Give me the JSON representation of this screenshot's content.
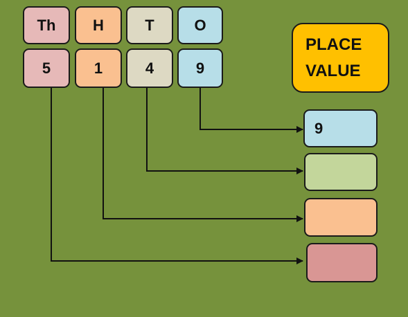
{
  "colors": {
    "background": "#76923c",
    "thousands": "#e6b9b8",
    "hundreds": "#fac090",
    "tens": "#ddd9c3",
    "ones": "#b7dee8",
    "answer_ones": "#b7dee8",
    "answer_tens": "#c3d69b",
    "answer_hundreds": "#fac090",
    "answer_thousands": "#d99694",
    "title": "#ffc000"
  },
  "headers": [
    "Th",
    "H",
    "T",
    "O"
  ],
  "digits": [
    "5",
    "1",
    "4",
    "9"
  ],
  "title": {
    "line1": "PLACE",
    "line2": "VALUE"
  },
  "answers": [
    "9",
    "",
    "",
    ""
  ]
}
